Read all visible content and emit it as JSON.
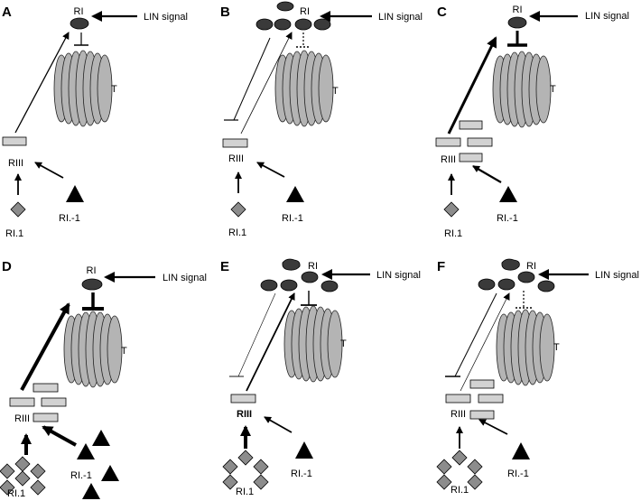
{
  "colors": {
    "cell_dark": "#3a3a3a",
    "cell_gray": "#b4b4b4",
    "cell_light": "#d2d2d2",
    "diamond": "#8c8c8c",
    "ink": "#000000"
  },
  "panels": [
    {
      "letter": "A",
      "ri_label": "RI",
      "lin_label": "LIN signal",
      "t_label": "T",
      "riii_label": "RIII",
      "ri1_label": "RI.1",
      "rim1_label": "RI.-1"
    },
    {
      "letter": "B",
      "ri_label": "RI",
      "lin_label": "LIN signal",
      "t_label": "T",
      "riii_label": "RIII",
      "ri1_label": "RI.1",
      "rim1_label": "RI.-1"
    },
    {
      "letter": "C",
      "ri_label": "RI",
      "lin_label": "LIN signal",
      "t_label": "T",
      "riii_label": "RIII",
      "ri1_label": "RI.1",
      "rim1_label": "RI.-1"
    },
    {
      "letter": "D",
      "ri_label": "RI",
      "lin_label": "LIN signal",
      "t_label": "T",
      "riii_label": "RIII",
      "ri1_label": "RI.1",
      "rim1_label": "RI.-1"
    },
    {
      "letter": "E",
      "ri_label": "RI",
      "lin_label": "LIN signal",
      "t_label": "T",
      "riii_label": "RIII",
      "ri1_label": "RI.1",
      "rim1_label": "RI.-1"
    },
    {
      "letter": "F",
      "ri_label": "RI",
      "lin_label": "LIN signal",
      "t_label": "T",
      "riii_label": "RIII",
      "ri1_label": "RI.1",
      "rim1_label": "RI.-1"
    }
  ]
}
